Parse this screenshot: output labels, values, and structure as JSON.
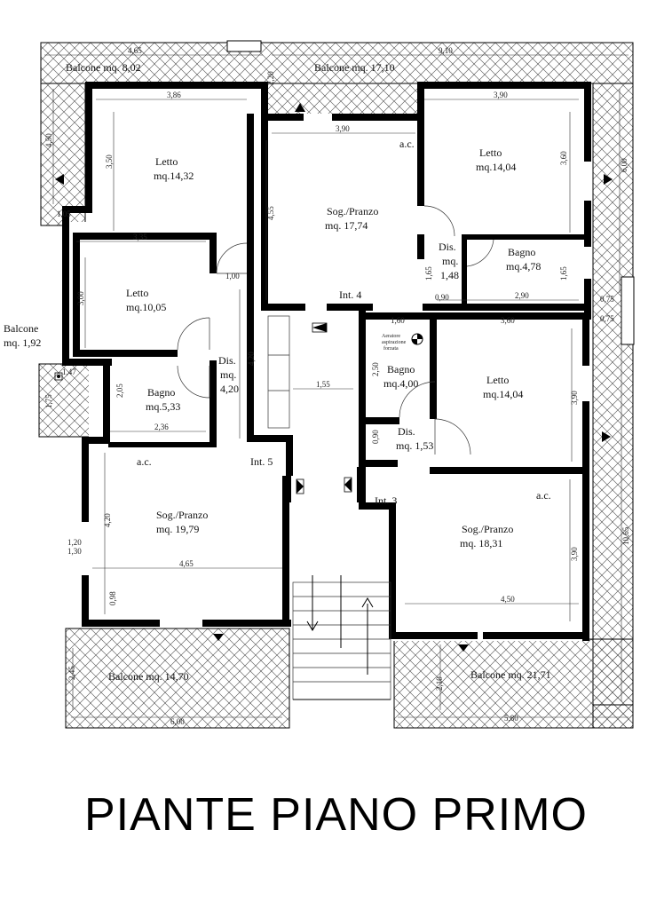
{
  "title": "PIANTE PIANO PRIMO",
  "balconies": {
    "nw": [
      "Balcone mq. 8,02"
    ],
    "n": [
      "Balcone mq. 17,10"
    ],
    "w": [
      "Balcone",
      "mq. 1,92"
    ],
    "sw": [
      "Balcone mq. 14,70"
    ],
    "se": [
      "Balcone mq. 21,71"
    ]
  },
  "rooms": {
    "letto_nw": [
      "Letto",
      "mq.14,32"
    ],
    "letto_w": [
      "Letto",
      "mq.10,05"
    ],
    "bagno_w": [
      "Bagno",
      "mq.5,33"
    ],
    "dis_w": [
      "Dis.",
      "mq.",
      "4,20"
    ],
    "sog_int5": [
      "Sog./Pranzo",
      "mq. 19,79"
    ],
    "sog_int4": [
      "Sog./Pranzo",
      "mq. 17,74"
    ],
    "letto_ne": [
      "Letto",
      "mq.14,04"
    ],
    "dis_ne": [
      "Dis.",
      "mq.",
      "1,48"
    ],
    "bagno_ne": [
      "Bagno",
      "mq.4,78"
    ],
    "bagno_e": [
      "Bagno",
      "mq.4,00"
    ],
    "letto_e": [
      "Letto",
      "mq.14,04"
    ],
    "dis_e": [
      "Dis.",
      "mq. 1,53"
    ],
    "sog_int3": [
      "Sog./Pranzo",
      "mq. 18,31"
    ]
  },
  "units": {
    "int4": "Int. 4",
    "int5": "Int. 5",
    "int3": "Int. 3"
  },
  "ac_labels": [
    "a.c.",
    "a.c.",
    "a.c."
  ],
  "note": [
    "Aeratore",
    "aspirazione",
    "forzata"
  ],
  "dimensions": {
    "d465_top": "4,65",
    "d910_top": "9,10",
    "d450": "4,50",
    "d105": "1,05",
    "d386": "3,86",
    "d350": "3,50",
    "d220": "2,20",
    "d390_sog4": "3,90",
    "d390_letto_ne": "3,90",
    "d360_letto_ne": "3,60",
    "d600_right": "6,00",
    "d455": "4,55",
    "d335": "3,35",
    "d300": "3,00",
    "d100": "1,00",
    "d165_dis": "1,65",
    "d165_bagno": "1,65",
    "d090": "0,90",
    "d290": "2,90",
    "d075_a": "0,75",
    "d075_b": "0,75",
    "d160": "1,60",
    "d360_letto_e": "3,60",
    "d250": "2,50",
    "d390_letto_e": "3,90",
    "d147": "1,47",
    "d175": "1,75",
    "d205": "2,05",
    "d420_dis": "4,20",
    "d155": "1,55",
    "d236": "2,36",
    "d090_e": "0,90",
    "d420_sog": "4,20",
    "d120": "1,20",
    "d130": "1,30",
    "d465_sog": "4,65",
    "d098": "0,98",
    "d1065": "10,65",
    "d390_sog3": "3,90",
    "d450_sog3": "4,50",
    "d245": "2,45",
    "d600_bottom": "6,00",
    "d210": "2,10",
    "d580": "5,80"
  }
}
